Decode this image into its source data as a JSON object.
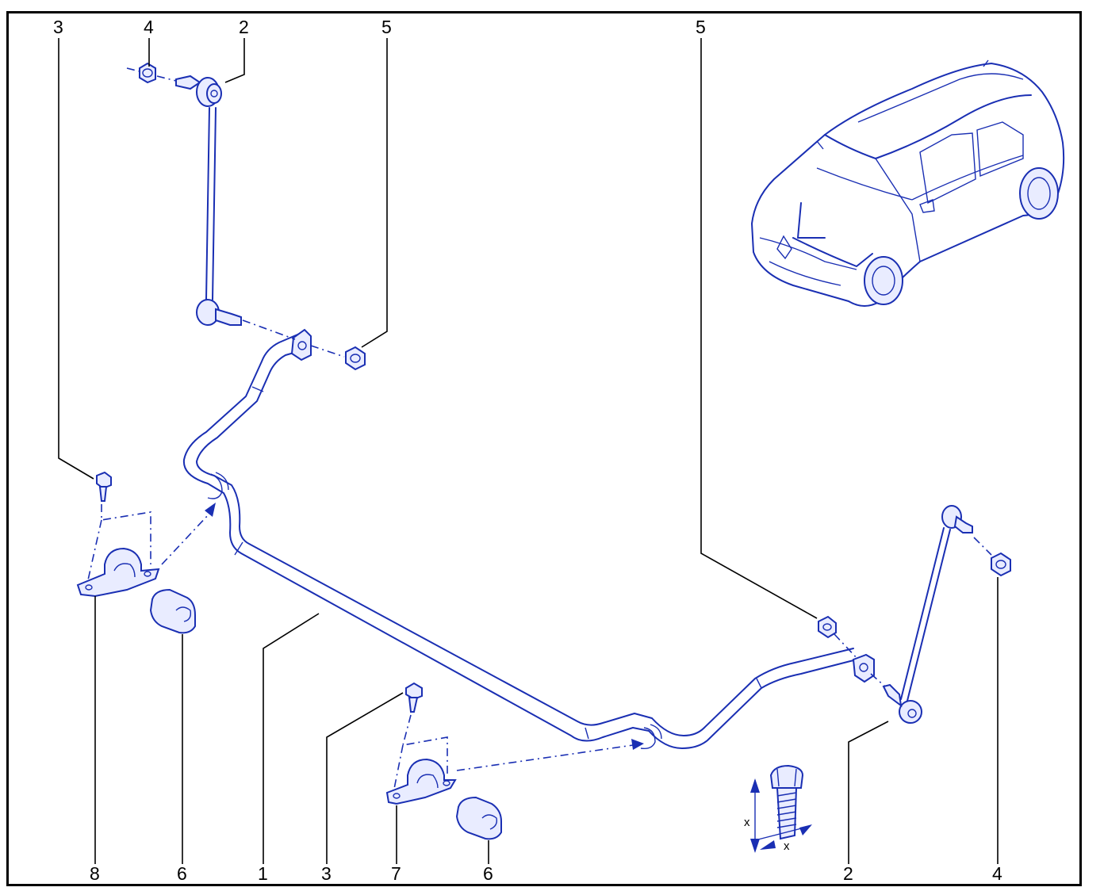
{
  "callouts": {
    "top_left_3": "3",
    "top_left_4": "4",
    "top_left_2": "2",
    "top_5_left": "5",
    "top_5_right": "5",
    "bottom_8": "8",
    "bottom_6_left": "6",
    "bottom_1": "1",
    "bottom_3": "3",
    "bottom_7": "7",
    "bottom_6_right": "6",
    "bottom_2": "2",
    "bottom_4": "4"
  },
  "bolt_dimension": {
    "label_vertical": "x",
    "label_horizontal": "x"
  },
  "colors": {
    "ink": "#1a2fb3",
    "leader": "#000000",
    "frame": "#000000"
  }
}
